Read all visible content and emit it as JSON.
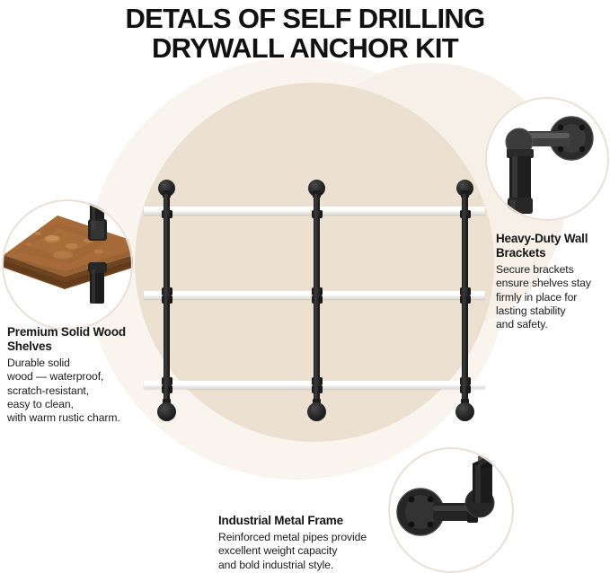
{
  "title": {
    "line1": "DETALS OF SELF DRILLING",
    "line2": "DRYWALL ANCHOR KIT"
  },
  "colors": {
    "background": "#ffffff",
    "circle_beige": "#ece0d0",
    "ring_pale": "#faf4ee",
    "shelf_white": "#ffffff",
    "pipe_black": "#1a1a1a",
    "wood_brown": "#8a5a32",
    "text_dark": "#151515",
    "inset_border": "#eadfd2"
  },
  "product": {
    "type": "3-tier industrial pipe wall shelf",
    "shelf_count": 3,
    "column_count": 3,
    "shelf_color": "white",
    "frame_color": "black"
  },
  "insets": [
    {
      "name": "wood-shelf-closeup",
      "description": "Close-up of wooden shelf corner with water droplets and black pipe"
    },
    {
      "name": "wall-bracket-closeup",
      "description": "Black pipe elbow wall bracket with round flange plate"
    },
    {
      "name": "metal-frame-closeup",
      "description": "Black pipe bracket with flange mounted showing metal frame"
    }
  ],
  "callouts": [
    {
      "id": "wood",
      "heading": "Premium Solid\nWood Shelves",
      "body": "Durable solid\nwood — waterproof,\nscratch-resistant,\neasy to clean,\nwith warm rustic charm."
    },
    {
      "id": "brackets",
      "heading": "Heavy-Duty\nWall Brackets",
      "body": "Secure brackets\nensure shelves stay\nfirmly in place for\nlasting stability\nand safety."
    },
    {
      "id": "frame",
      "heading": "Industrial Metal Frame",
      "body": "Reinforced metal pipes provide\nexcellent weight capacity\nand bold industrial style."
    }
  ]
}
